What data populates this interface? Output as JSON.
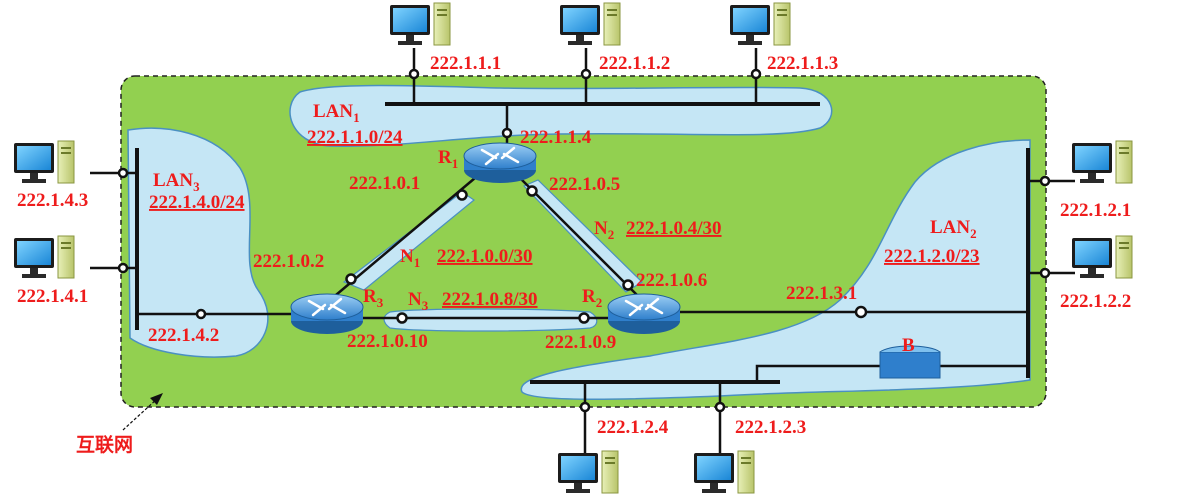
{
  "cloud_label": "互联网",
  "lans": {
    "lan1": {
      "name": "LAN",
      "sub": "1",
      "network": "222.1.1.0/24"
    },
    "lan2": {
      "name": "LAN",
      "sub": "2",
      "network": "222.1.2.0/23"
    },
    "lan3": {
      "name": "LAN",
      "sub": "3",
      "network": "222.1.4.0/24"
    }
  },
  "links": {
    "n1": {
      "name": "N",
      "sub": "1",
      "network": "222.1.0.0/30"
    },
    "n2": {
      "name": "N",
      "sub": "2",
      "network": "222.1.0.4/30"
    },
    "n3": {
      "name": "N",
      "sub": "3",
      "network": "222.1.0.8/30"
    }
  },
  "routers": {
    "r1": {
      "name": "R",
      "sub": "1"
    },
    "r2": {
      "name": "R",
      "sub": "2"
    },
    "r3": {
      "name": "R",
      "sub": "3"
    }
  },
  "bridge": {
    "name": "B"
  },
  "interfaces": {
    "r1_lan1": "222.1.1.4",
    "r1_n1": "222.1.0.1",
    "r1_n2": "222.1.0.5",
    "r3_n1": "222.1.0.2",
    "r2_n2": "222.1.0.6",
    "r3_n3": "222.1.0.10",
    "r2_n3": "222.1.0.9",
    "r2_lan2": "222.1.3.1",
    "r3_lan3": "222.1.4.2"
  },
  "hosts": {
    "h111": "222.1.1.1",
    "h112": "222.1.1.2",
    "h113": "222.1.1.3",
    "h121": "222.1.2.1",
    "h122": "222.1.2.2",
    "h123": "222.1.2.3",
    "h124": "222.1.2.4",
    "h143": "222.1.4.3",
    "h141": "222.1.4.1"
  },
  "colors": {
    "cloud": "#92d050",
    "lan_fill": "#c5e6f5",
    "lan_stroke": "#4a90c2",
    "label": "#ee1c1c",
    "router": "#3d8fd6"
  }
}
